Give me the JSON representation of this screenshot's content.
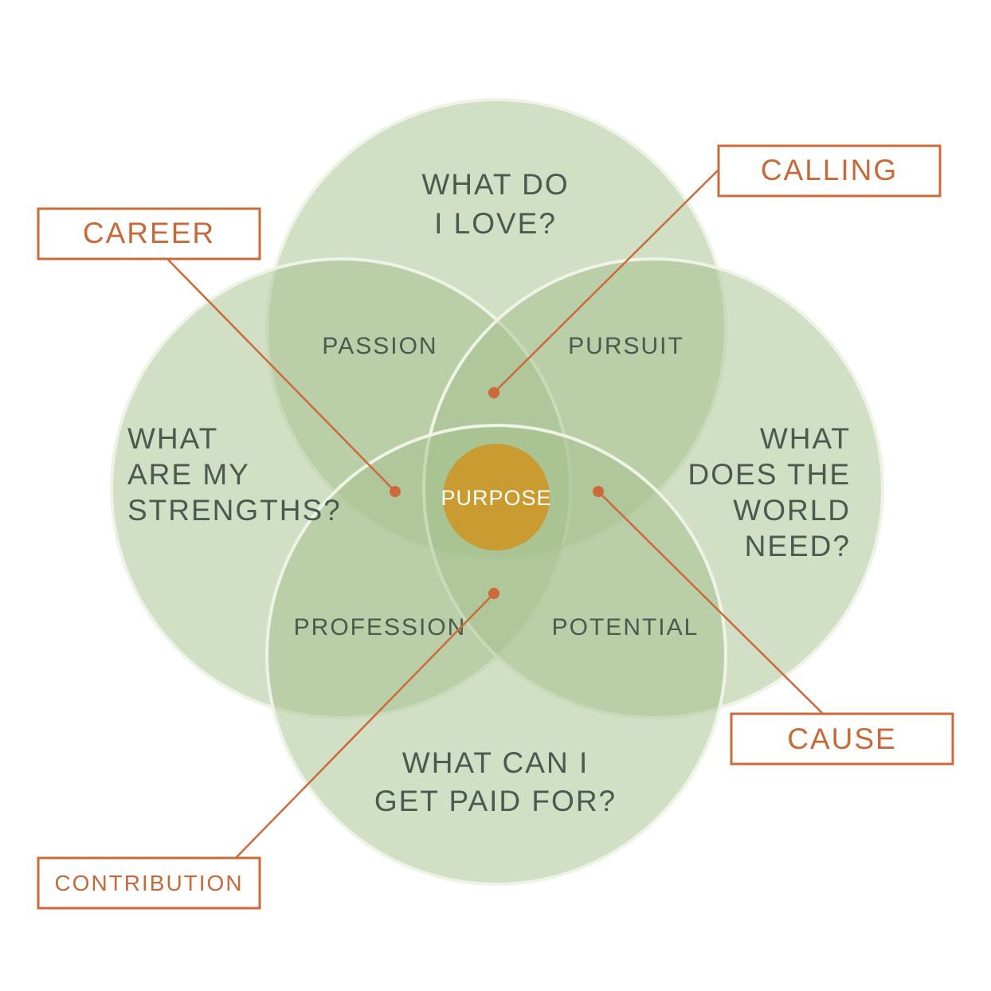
{
  "questions": {
    "top": [
      "WHAT DO",
      "I LOVE?"
    ],
    "left": [
      "WHAT",
      "ARE MY",
      "STRENGTHS?"
    ],
    "right": [
      "WHAT",
      "DOES THE",
      "WORLD",
      "NEED?"
    ],
    "bottom": [
      "WHAT CAN I",
      "GET PAID FOR?"
    ]
  },
  "overlaps": {
    "top_left": "PASSION",
    "top_right": "PURSUIT",
    "bottom_left": "PROFESSION",
    "bottom_right": "POTENTIAL"
  },
  "center": "PURPOSE",
  "callouts": {
    "calling": "CALLING",
    "career": "CAREER",
    "cause": "CAUSE",
    "contribution": "CONTRIBUTION"
  },
  "colors": {
    "circle_fill": "#a4bf8c",
    "accent": "#cc6a3b",
    "purpose": "#c99b30",
    "text": "#4a5a4f"
  }
}
